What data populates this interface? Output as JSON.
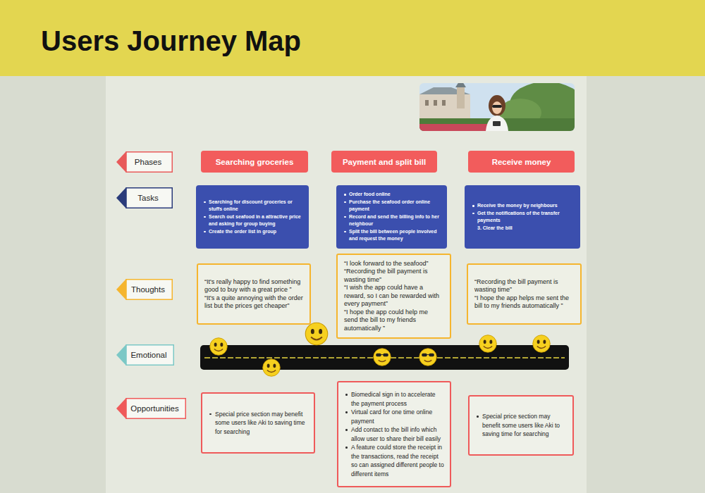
{
  "diagram": {
    "title": "Users Journey Map",
    "nodes": [
      {
        "text": [
          "Phases"
        ]
      },
      {
        "text": [
          "Searching groceries"
        ]
      },
      {
        "text": [
          "Payment and split bill"
        ]
      },
      {
        "text": [
          "Receive money"
        ]
      },
      {
        "text": [
          "Tasks"
        ]
      },
      {
        "text": [
          "Searching for discount groceries or stuffs online",
          "Search out seafood in a attractive price and asking for group buying",
          "Create the order list in group"
        ]
      },
      {
        "text": [
          "Order food online",
          "Purchase the seafood order online payment",
          "Record and send the billing info to her neighbour",
          "Split the bill between people involved and request the money"
        ]
      },
      {
        "text": [
          "Receive the money by neighbours",
          "Get the notifications of the transfer payments",
          "3. Clear the bill"
        ]
      },
      {
        "text": [
          "Thoughts"
        ]
      },
      {
        "text": [
          "“It's really happy to find something good to buy with a great price ”",
          "“It's a quite annoying with the order list but the prices get cheaper”"
        ]
      },
      {
        "text": [
          "“I look forward to the seafood”",
          "“Recording the bill payment is wasting time”",
          "“I wish the app could have a reward, so I can be rewarded with every payment”",
          "“I hope the app could help me send the bill to my friends automatically ”"
        ]
      },
      {
        "text": [
          "“Recording the bill payment is wasting time”",
          "“I hope the app helps me sent the bill to my friends automatically ”"
        ]
      },
      {
        "text": [
          "Emotional"
        ]
      },
      {
        "text": [
          "Opportunities"
        ]
      },
      {
        "text": [
          "Special price section may benefit some users like Aki to saving time for searching"
        ]
      },
      {
        "text": [
          "Biomedical sign in to accelerate the payment process",
          "Virtual card for one time online payment",
          "Add contact to the bill info which allow user to share their bill easily",
          "A feature could store the receipt in the transactions, read the receipt so can assigned different people to different items"
        ]
      },
      {
        "text": [
          "Special price section may benefit some users like Aki to saving time for searching"
        ]
      }
    ]
  }
}
